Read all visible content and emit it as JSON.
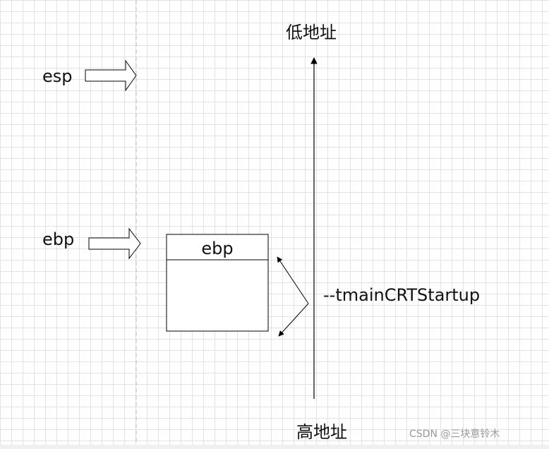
{
  "labels": {
    "low_address": "低地址",
    "high_address": "高地址",
    "esp": "esp",
    "ebp": "ebp",
    "box_ebp": "ebp",
    "function_frame": "--tmainCRTStartup"
  },
  "watermark": "CSDN @三块意铃木",
  "colors": {
    "grid": "#e2e2e2",
    "stroke": "#000000",
    "dashed_guide": "#bdbdbd",
    "watermark": "#9a9a9a"
  }
}
